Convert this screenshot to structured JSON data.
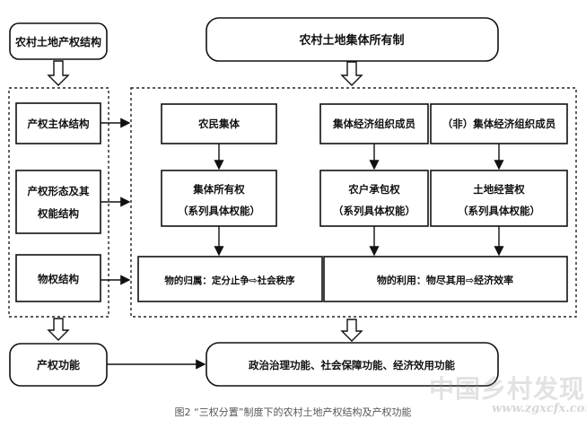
{
  "boxes": {
    "structure_title": "农村土地产权结构",
    "ownership_title": "农村土地集体所有制",
    "subject_structure": "产权主体结构",
    "form_structure_line1": "产权形态及其",
    "form_structure_line2": "权能结构",
    "property_structure": "物权结构",
    "farmer_collective": "农民集体",
    "collective_members": "集体经济组织成员",
    "non_members": "（非）集体经济组织成员",
    "collective_ownership_line1": "集体所有权",
    "collective_ownership_line2": "（系列具体权能）",
    "contract_right_line1": "农户承包权",
    "contract_right_line2": "（系列具体权能）",
    "management_right_line1": "土地经营权",
    "management_right_line2": "（系列具体权能）",
    "attribution": "物的归属：定分止争⇨社会秩序",
    "utilization": "物的利用：物尽其用⇨经济效率",
    "function_title": "产权功能",
    "functions": "政治治理功能、社会保障功能、经济效用功能"
  },
  "caption": "图2 “三权分置”制度下的农村土地产权结构及产权功能",
  "watermark": "中国乡村发现网",
  "watermark_url": "www.zgxcfx.com"
}
